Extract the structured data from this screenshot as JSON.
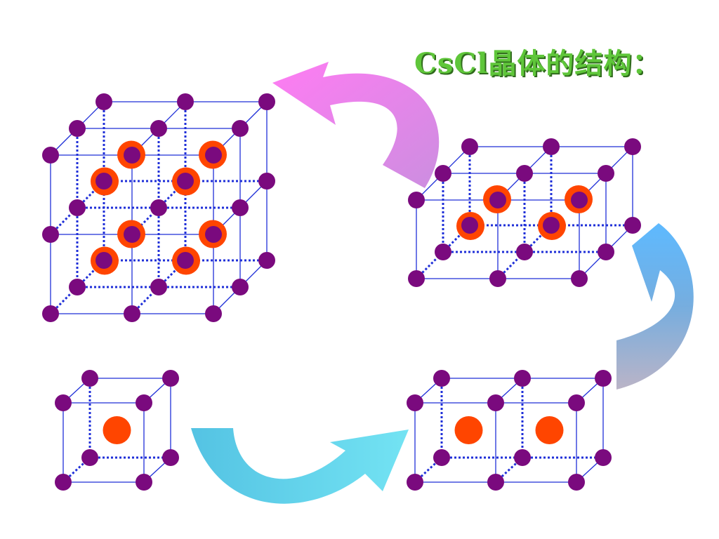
{
  "title": "CsCl晶体的结构：",
  "colors": {
    "title": "#5fc63a",
    "edge": "#1f2fd8",
    "cl_ion": "#7a0a7e",
    "cs_ion": "#ff4500",
    "cs_ion_ring": "#ff6a00",
    "arrow_bottom": "#5ecbe6",
    "arrow_right": "#5aa3e8",
    "arrow_top": "#ff7ef0"
  },
  "structures": [
    {
      "name": "unit-cell",
      "cols": 1,
      "layers": 1
    },
    {
      "name": "double-cell",
      "cols": 2,
      "layers": 1
    },
    {
      "name": "quad-cell",
      "cols": 2,
      "layers": 1,
      "rows": 2
    },
    {
      "name": "octa-cell",
      "cols": 2,
      "layers": 2,
      "rows": 2
    }
  ],
  "arrows": [
    {
      "name": "arrow-bottom-curve",
      "gradient": [
        "#5ecbe6",
        "#6ee0f0"
      ]
    },
    {
      "name": "arrow-right-curve",
      "gradient": [
        "#a7a7b8",
        "#58aef2"
      ]
    },
    {
      "name": "arrow-top-curve",
      "gradient": [
        "#d88fe6",
        "#ff7cf2"
      ]
    }
  ]
}
